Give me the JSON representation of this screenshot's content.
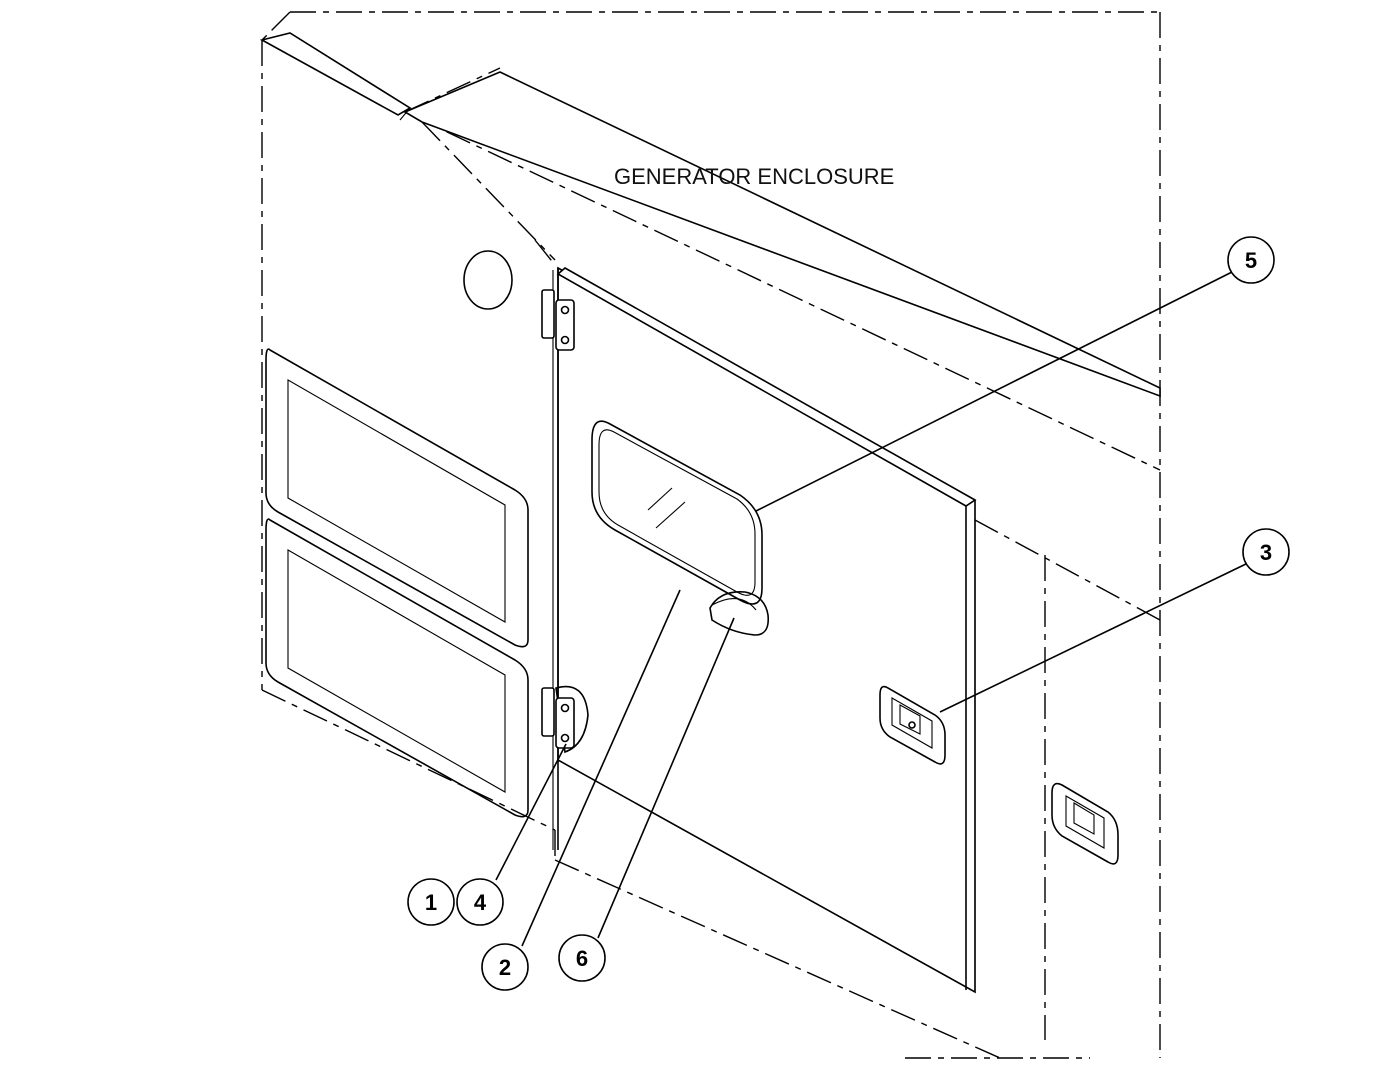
{
  "title": "GENERATOR ENCLOSURE",
  "callouts": [
    {
      "id": "1",
      "label": "1"
    },
    {
      "id": "4",
      "label": "4"
    },
    {
      "id": "2",
      "label": "2"
    },
    {
      "id": "6",
      "label": "6"
    },
    {
      "id": "5",
      "label": "5"
    },
    {
      "id": "3",
      "label": "3"
    }
  ],
  "colors": {
    "line": "#000000",
    "background": "#ffffff"
  }
}
